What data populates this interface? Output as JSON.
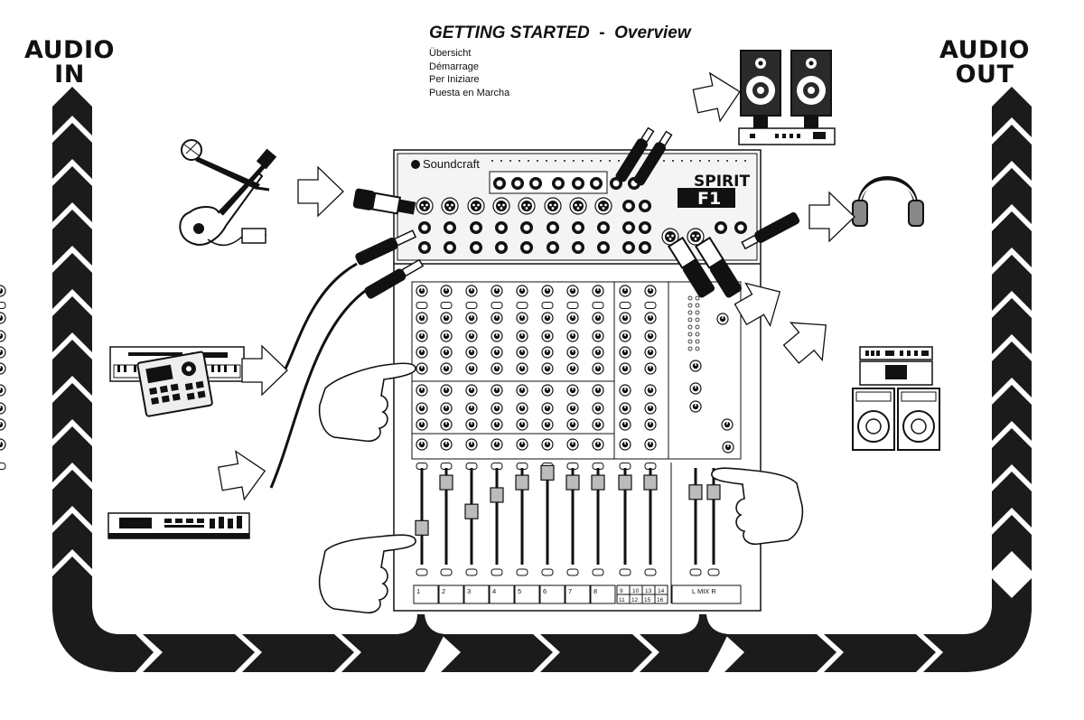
{
  "header": {
    "title": "GETTING STARTED  -  Overview",
    "translations": [
      "Übersicht",
      "Démarrage",
      "Per Iniziare",
      "Puesta en Marcha"
    ]
  },
  "labels": {
    "audio_in": [
      "AUDIO",
      "IN"
    ],
    "audio_out": [
      "AUDIO",
      "OUT"
    ]
  },
  "mixer": {
    "brand": "Soundcraft",
    "model_line1": "SPIRIT",
    "model_line2": "F1",
    "strip_numbers": [
      "1",
      "2",
      "3",
      "4",
      "5",
      "6",
      "7",
      "8"
    ],
    "stereo_top": [
      "9",
      "10",
      "13",
      "14"
    ],
    "stereo_bottom": [
      "11",
      "12",
      "15",
      "16"
    ],
    "mix_label": "L   MIX   R",
    "fader_levels": [
      0.38,
      0.85,
      0.55,
      0.72,
      0.85,
      0.95,
      0.85,
      0.85,
      0.85,
      0.85
    ]
  },
  "colors": {
    "ink": "#1a1a1a",
    "panel": "#f4f4f4",
    "white": "#ffffff"
  },
  "icons": {
    "inputs": [
      "microphone-icon",
      "guitar-icon",
      "keyboard-icon",
      "drum-machine-icon",
      "synth-module-icon"
    ],
    "outputs": [
      "studio-monitors-icon",
      "headphones-icon",
      "pa-speakers-icon"
    ]
  }
}
